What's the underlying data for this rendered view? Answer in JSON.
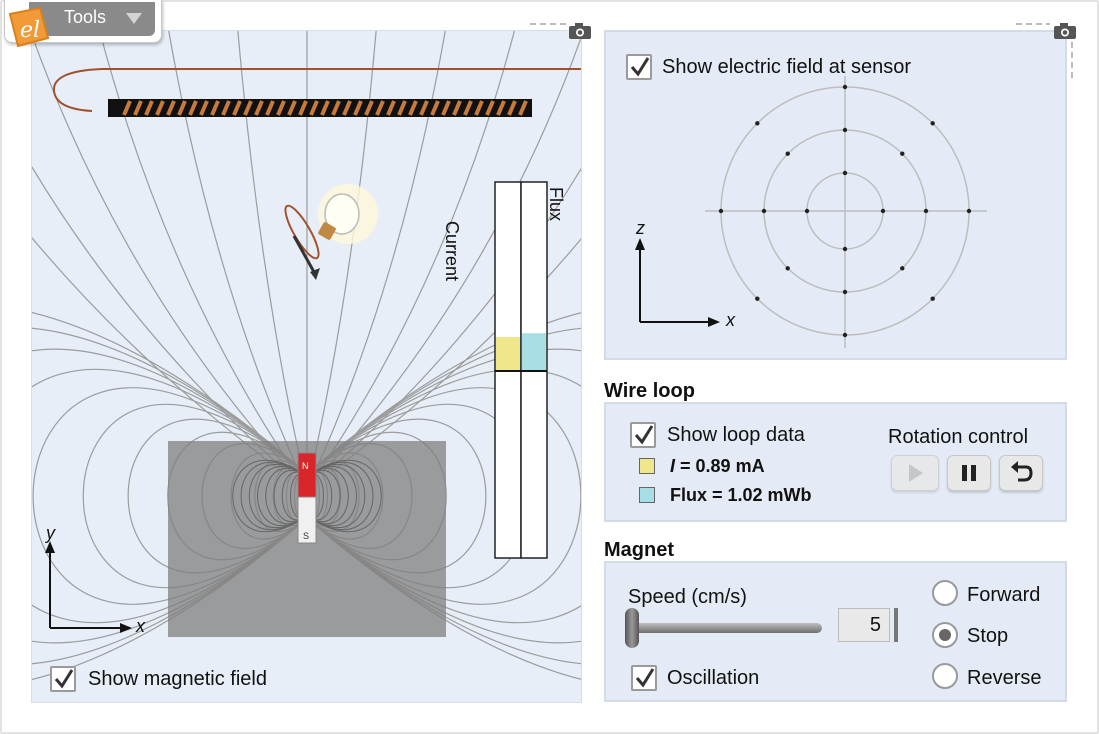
{
  "toolbar": {
    "tools_label": "Tools"
  },
  "sim": {
    "show_magnetic_field_label": "Show magnetic field",
    "show_magnetic_field_checked": true,
    "axis_x": "x",
    "axis_y": "y",
    "bar_current_label": "Current",
    "bar_flux_label": "Flux",
    "current_fraction": 0.09,
    "flux_fraction": 0.1,
    "magnet_north": "N",
    "magnet_south": "S"
  },
  "sensor": {
    "show_electric_field_label": "Show electric field at sensor",
    "show_electric_field_checked": true,
    "axis_x": "x",
    "axis_z": "z"
  },
  "wire_loop": {
    "header": "Wire loop",
    "show_loop_data_label": "Show loop data",
    "show_loop_data_checked": true,
    "current_symbol": "I",
    "current_value": " = 0.89 mA",
    "flux_text": "Flux = 1.02 mWb",
    "current_color": "#f0e68c",
    "flux_color": "#a8dfe6",
    "rotation_control_label": "Rotation control"
  },
  "magnet": {
    "header": "Magnet",
    "speed_label": "Speed (cm/s)",
    "speed_value": "5",
    "oscillation_label": "Oscillation",
    "oscillation_checked": true,
    "direction_options": [
      "Forward",
      "Stop",
      "Reverse"
    ],
    "selected_direction": "Stop"
  },
  "icons": {
    "camera": "camera-icon",
    "play": "play-icon",
    "pause": "pause-icon",
    "reset": "reset-icon"
  }
}
